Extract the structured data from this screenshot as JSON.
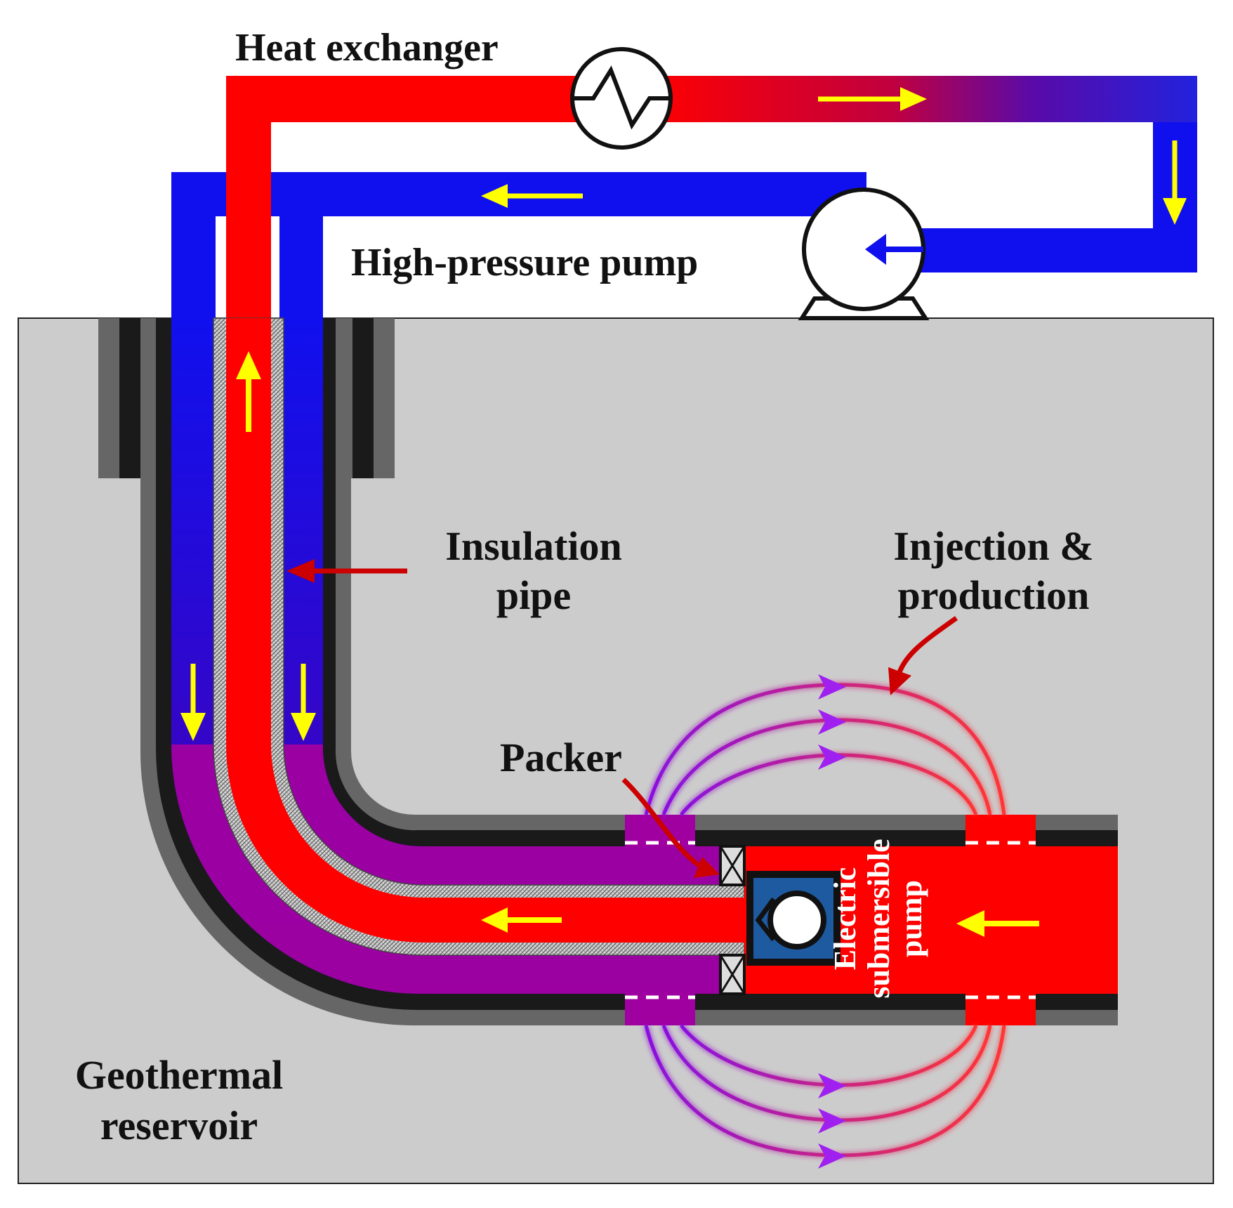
{
  "labels": {
    "heat_exchanger": "Heat exchanger",
    "high_pressure_pump": "High-pressure pump",
    "insulation_line1": "Insulation",
    "insulation_line2": "pipe",
    "injection_line1": "Injection &",
    "injection_line2": "production",
    "packer": "Packer",
    "esp_line1": "Electric",
    "esp_line2": "submersible",
    "esp_line3": "pump",
    "reservoir_line1": "Geothermal",
    "reservoir_line2": "reservoir"
  },
  "colors": {
    "hot": "#ff0000",
    "cold": "#0000ff",
    "mixed": "#a000a0",
    "flow_arrow": "#ffff00",
    "pointer": "#cc0000",
    "ground": "#cccccc",
    "casing": "#1a1a1a",
    "cement": "#666666",
    "pump_housing": "#1e5aa0",
    "streamline_violet": "#9400ff",
    "streamline_red": "#ff3030"
  },
  "icons": {
    "heat_exchanger": "heat-exchanger-icon",
    "pump": "pump-icon",
    "packer": "packer-icon",
    "esp": "electric-submersible-pump-icon"
  }
}
